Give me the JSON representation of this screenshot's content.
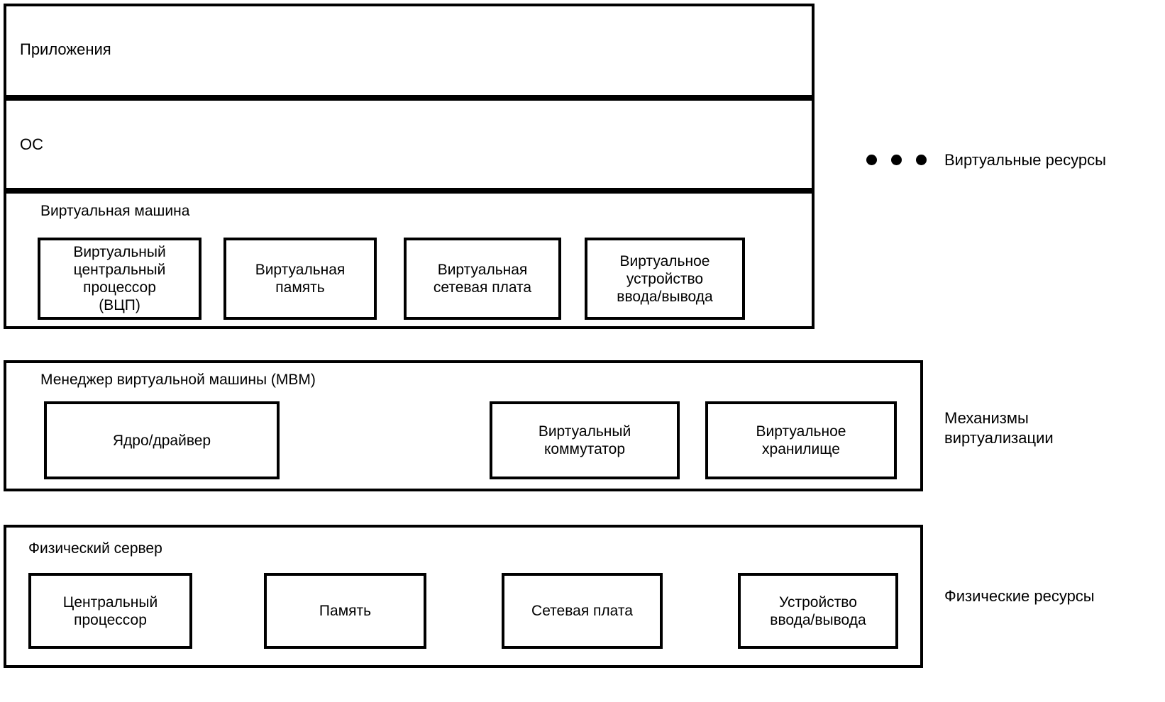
{
  "diagram": {
    "title_text": "",
    "colors": {
      "stroke": "#000000",
      "fill": "#ffffff",
      "text": "#000000"
    },
    "top_stack": {
      "applications": {
        "label": "Приложения"
      },
      "os": {
        "label": "ОС"
      },
      "virtual_machine": {
        "label": "Виртуальная машина",
        "components": [
          {
            "label": "Виртуальный\nцентральный\nпроцессор\n(ВЦП)"
          },
          {
            "label": "Виртуальная\nпамять"
          },
          {
            "label": "Виртуальная\nсетевая плата"
          },
          {
            "label": "Виртуальное\nустройство\nввода/вывода"
          }
        ]
      }
    },
    "vmm": {
      "label": "Менеджер виртуальной машины (МВМ)",
      "components": [
        {
          "label": "Ядро/драйвер"
        },
        {
          "label": "Виртуальный\nкоммутатор"
        },
        {
          "label": "Виртуальное\nхранилище"
        }
      ]
    },
    "physical_server": {
      "label": "Физический сервер",
      "components": [
        {
          "label": "Центральный\nпроцессор"
        },
        {
          "label": "Память"
        },
        {
          "label": "Сетевая плата"
        },
        {
          "label": "Устройство\nввода/вывода"
        }
      ]
    },
    "side_labels": {
      "virtual_resources": "Виртуальные ресурсы",
      "virtualization_mechanisms": "Механизмы\nвиртуализации",
      "physical_resources": "Физические ресурсы"
    },
    "ellipsis": {
      "count": 3,
      "meaning": "more-virtual-machines-ellipsis"
    }
  }
}
